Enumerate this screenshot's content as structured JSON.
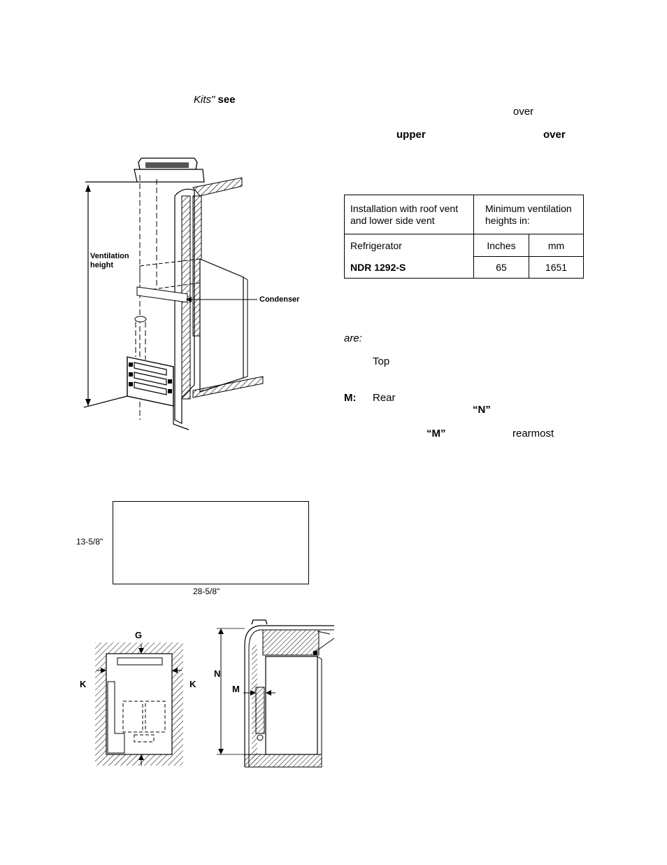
{
  "fragments": {
    "kits_italic": "Kits\"",
    "see": "see",
    "over_1": "over",
    "upper": "upper",
    "over_2": "over",
    "are": "are:",
    "top": "Top",
    "m_label": "M:",
    "rear": "Rear",
    "n_quote": "“N”",
    "m_quote": "“M”",
    "rearmost": "rearmost"
  },
  "figure1": {
    "ventilation_height_label": "Ventilation height",
    "condenser_label": "Condenser"
  },
  "vent_table": {
    "header_left": "Installation with roof vent and lower side vent",
    "header_right": "Minimum ventilation heights in:",
    "row1_col1": "Refrigerator",
    "row1_col2": "Inches",
    "row1_col3": "mm",
    "row2_col1": "NDR 1292-S",
    "row2_col2": "65",
    "row2_col3": "1651"
  },
  "cutout": {
    "height_label": "13-5/8\"",
    "width_label": "28-5/8\""
  },
  "figure3": {
    "g_label": "G",
    "k_left_label": "K",
    "k_right_label": "K",
    "n_label": "N",
    "m_label": "M"
  }
}
